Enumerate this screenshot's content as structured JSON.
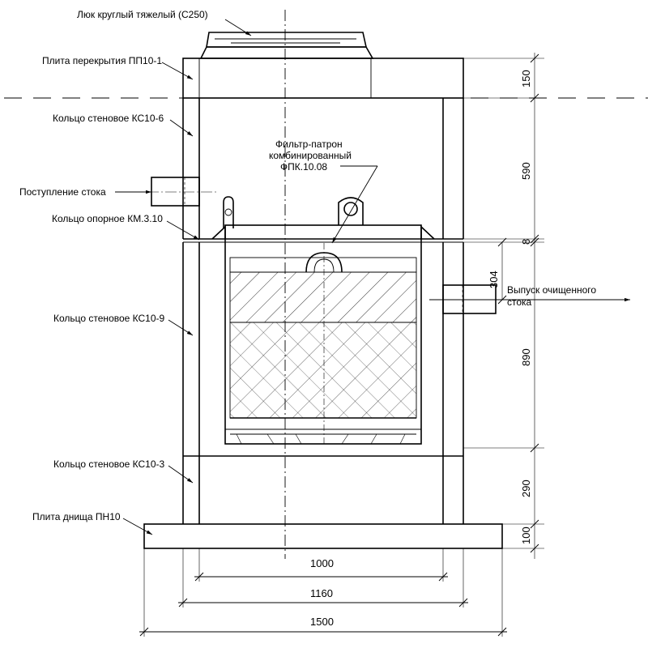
{
  "labels": {
    "hatch": "Люк круглый тяжелый (С250)",
    "slab_top": "Плита перекрытия ПП10-1",
    "ring_kc10_6": "Кольцо стеновое КС10-6",
    "inflow": "Поступление стока",
    "support_ring": "Кольцо опорное КМ.3.10",
    "ring_kc10_9": "Кольцо стеновое КС10-9",
    "ring_kc10_3": "Кольцо стеновое КС10-3",
    "bottom_slab": "Плита днища ПН10",
    "filter_line1": "Фильтр-патрон",
    "filter_line2": "комбинированный",
    "filter_line3": "ФПК.10.08",
    "outflow_line1": "Выпуск очищенного",
    "outflow_line2": "стока"
  },
  "dimensions": {
    "d150": "150",
    "d590": "590",
    "d8": "8",
    "d890": "890",
    "d304": "304",
    "d290": "290",
    "d100": "100",
    "w1000": "1000",
    "w1160": "1160",
    "w1500": "1500"
  }
}
